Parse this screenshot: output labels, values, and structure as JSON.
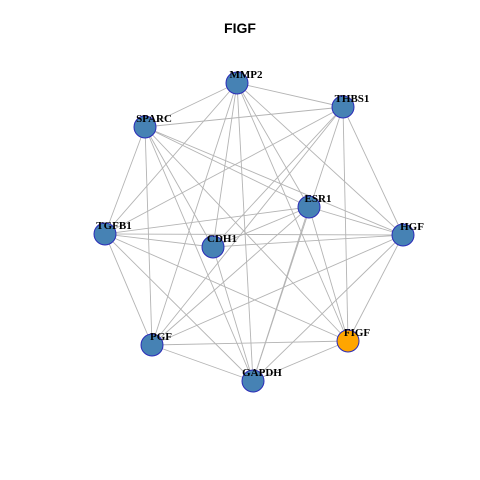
{
  "title": "FIGF",
  "colors": {
    "node_default": "#4682b4",
    "node_focus": "#ffa500",
    "node_border": "#2b2bb8",
    "edge": "#b4b4b4"
  },
  "nodes": [
    {
      "id": "MMP2",
      "label": "MMP2",
      "focus": false
    },
    {
      "id": "THBS1",
      "label": "THBS1",
      "focus": false
    },
    {
      "id": "SPARC",
      "label": "SPARC",
      "focus": false
    },
    {
      "id": "ESR1",
      "label": "ESR1",
      "focus": false
    },
    {
      "id": "TGFB1",
      "label": "TGFB1",
      "focus": false
    },
    {
      "id": "CDH1",
      "label": "CDH1",
      "focus": false
    },
    {
      "id": "HGF",
      "label": "HGF",
      "focus": false
    },
    {
      "id": "FIGF",
      "label": "FIGF",
      "focus": true
    },
    {
      "id": "PGF",
      "label": "PGF",
      "focus": false
    },
    {
      "id": "GAPDH",
      "label": "GAPDH",
      "focus": false
    }
  ],
  "edges": [
    [
      "MMP2",
      "THBS1"
    ],
    [
      "MMP2",
      "SPARC"
    ],
    [
      "MMP2",
      "ESR1"
    ],
    [
      "MMP2",
      "HGF"
    ],
    [
      "MMP2",
      "FIGF"
    ],
    [
      "MMP2",
      "GAPDH"
    ],
    [
      "MMP2",
      "PGF"
    ],
    [
      "MMP2",
      "TGFB1"
    ],
    [
      "MMP2",
      "CDH1"
    ],
    [
      "THBS1",
      "SPARC"
    ],
    [
      "THBS1",
      "HGF"
    ],
    [
      "THBS1",
      "FIGF"
    ],
    [
      "THBS1",
      "GAPDH"
    ],
    [
      "THBS1",
      "PGF"
    ],
    [
      "THBS1",
      "CDH1"
    ],
    [
      "THBS1",
      "TGFB1"
    ],
    [
      "SPARC",
      "ESR1"
    ],
    [
      "SPARC",
      "HGF"
    ],
    [
      "SPARC",
      "FIGF"
    ],
    [
      "SPARC",
      "GAPDH"
    ],
    [
      "SPARC",
      "PGF"
    ],
    [
      "SPARC",
      "TGFB1"
    ],
    [
      "SPARC",
      "CDH1"
    ],
    [
      "ESR1",
      "TGFB1"
    ],
    [
      "ESR1",
      "CDH1"
    ],
    [
      "ESR1",
      "HGF"
    ],
    [
      "ESR1",
      "FIGF"
    ],
    [
      "ESR1",
      "GAPDH"
    ],
    [
      "ESR1",
      "PGF"
    ],
    [
      "TGFB1",
      "HGF"
    ],
    [
      "TGFB1",
      "FIGF"
    ],
    [
      "TGFB1",
      "PGF"
    ],
    [
      "TGFB1",
      "GAPDH"
    ],
    [
      "TGFB1",
      "CDH1"
    ],
    [
      "CDH1",
      "HGF"
    ],
    [
      "CDH1",
      "GAPDH"
    ],
    [
      "HGF",
      "FIGF"
    ],
    [
      "HGF",
      "GAPDH"
    ],
    [
      "HGF",
      "PGF"
    ],
    [
      "FIGF",
      "PGF"
    ],
    [
      "FIGF",
      "GAPDH"
    ],
    [
      "PGF",
      "GAPDH"
    ]
  ]
}
